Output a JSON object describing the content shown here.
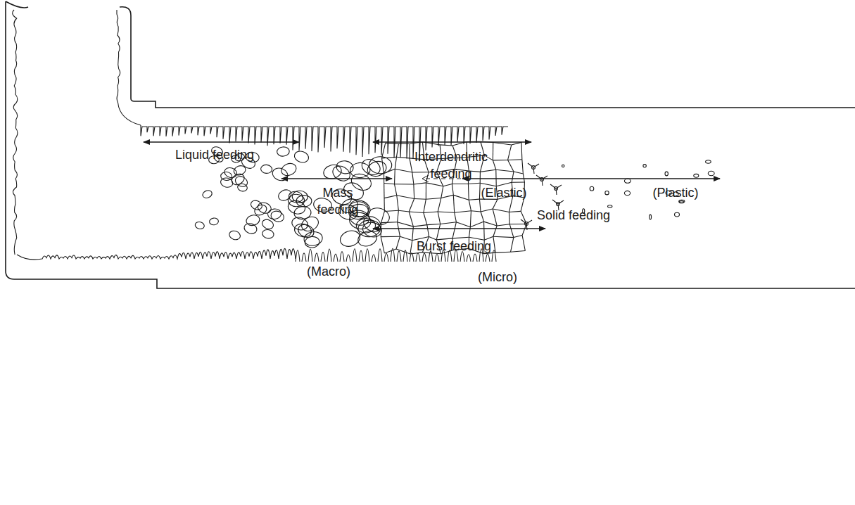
{
  "diagram": {
    "labels": [
      "Liquid feeding",
      "Interdendritic feeding",
      "Mass feeding",
      "(Elastic)",
      "(Plastic)",
      "Solid feeding",
      "Burst feeding",
      "(Macro)",
      "(Micro)"
    ]
  }
}
